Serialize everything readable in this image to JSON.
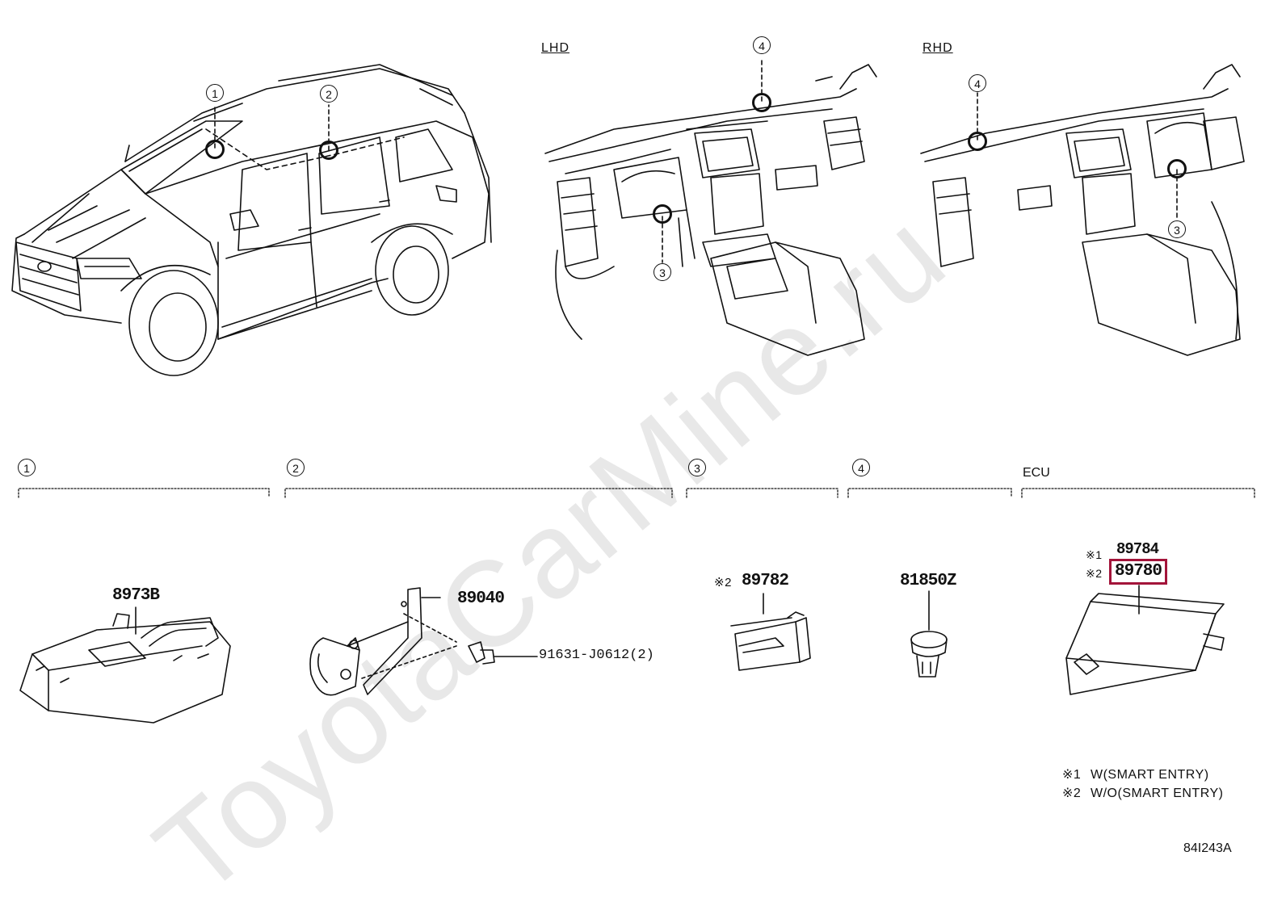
{
  "watermark": "ToyotaCarMine.ru",
  "views": {
    "lhd": "LHD",
    "rhd": "RHD"
  },
  "callouts": [
    "1",
    "2",
    "3",
    "4"
  ],
  "sections": [
    {
      "label": "1"
    },
    {
      "label": "2"
    },
    {
      "label": "3"
    },
    {
      "label": "4"
    },
    {
      "label": "ECU"
    }
  ],
  "parts": {
    "p1": "8973B",
    "p2": "89040",
    "p2_bolt": "91631-J0612(2)",
    "p3": "89782",
    "p3_mark": "※2",
    "p4": "81850Z",
    "ecu_1": "89784",
    "ecu_1_mark": "※1",
    "ecu_2": "89780",
    "ecu_2_mark": "※2"
  },
  "notes": [
    {
      "mark": "※1",
      "text": "W(SMART ENTRY)"
    },
    {
      "mark": "※2",
      "text": "W/O(SMART ENTRY)"
    }
  ],
  "drawing_id": "84I243A",
  "highlight_color": "#a3143a"
}
